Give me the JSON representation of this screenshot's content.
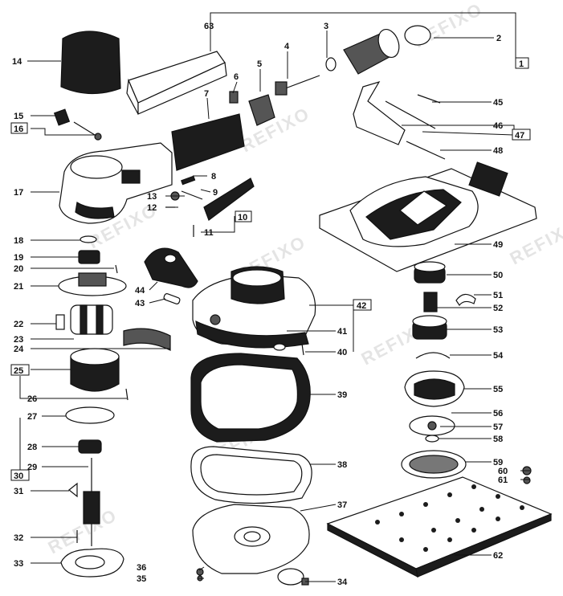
{
  "watermark": "REFIXO",
  "labels": {
    "p1": "1",
    "p2": "2",
    "p3": "3",
    "p4": "4",
    "p5": "5",
    "p6": "6",
    "p7": "7",
    "p8": "8",
    "p9": "9",
    "p10": "10",
    "p11": "11",
    "p12": "12",
    "p13": "13",
    "p14": "14",
    "p15": "15",
    "p16": "16",
    "p17": "17",
    "p18": "18",
    "p19": "19",
    "p20": "20",
    "p21": "21",
    "p22": "22",
    "p23": "23",
    "p24": "24",
    "p25": "25",
    "p26": "26",
    "p27": "27",
    "p28": "28",
    "p29": "29",
    "p30": "30",
    "p31": "31",
    "p32": "32",
    "p33": "33",
    "p34": "34",
    "p35": "35",
    "p36": "36",
    "p37": "37",
    "p38": "38",
    "p39": "39",
    "p40": "40",
    "p41": "41",
    "p42": "42",
    "p43": "43",
    "p44": "44",
    "p45": "45",
    "p46": "46",
    "p47": "47",
    "p48": "48",
    "p49": "49",
    "p50": "50",
    "p51": "51",
    "p52": "52",
    "p53": "53",
    "p54": "54",
    "p55": "55",
    "p56": "56",
    "p57": "57",
    "p58": "58",
    "p59": "59",
    "p60": "60",
    "p61": "61",
    "p62": "62",
    "p63": "63"
  }
}
